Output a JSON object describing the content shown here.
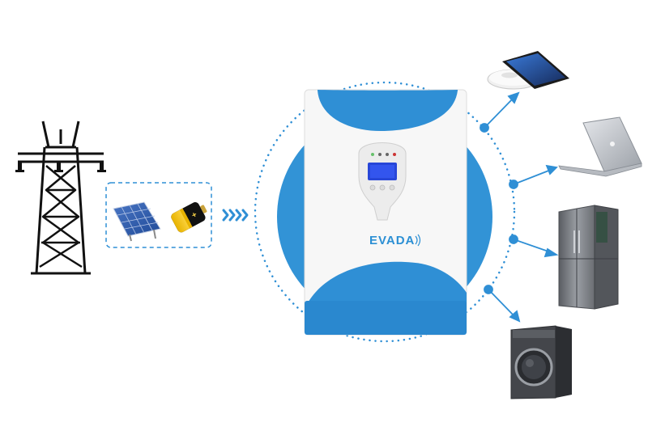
{
  "brand": {
    "logo_text": "EVADA",
    "accent_color": "#2f8fd5",
    "dark_accent_color": "#1e7cc4",
    "connector_color": "#2f8fd5"
  },
  "diagram": {
    "sources": [
      {
        "id": "grid",
        "icon": "power-tower-icon"
      },
      {
        "id": "solar",
        "icon": "solar-panel-icon"
      },
      {
        "id": "battery",
        "icon": "battery-icon"
      }
    ],
    "center": {
      "id": "inverter",
      "icon": "inverter-icon"
    },
    "loads": [
      {
        "id": "wireless-charger",
        "icon": "wireless-charger-icon"
      },
      {
        "id": "laptop",
        "icon": "laptop-icon"
      },
      {
        "id": "refrigerator",
        "icon": "refrigerator-icon"
      },
      {
        "id": "washing-machine",
        "icon": "washing-machine-icon"
      }
    ]
  }
}
